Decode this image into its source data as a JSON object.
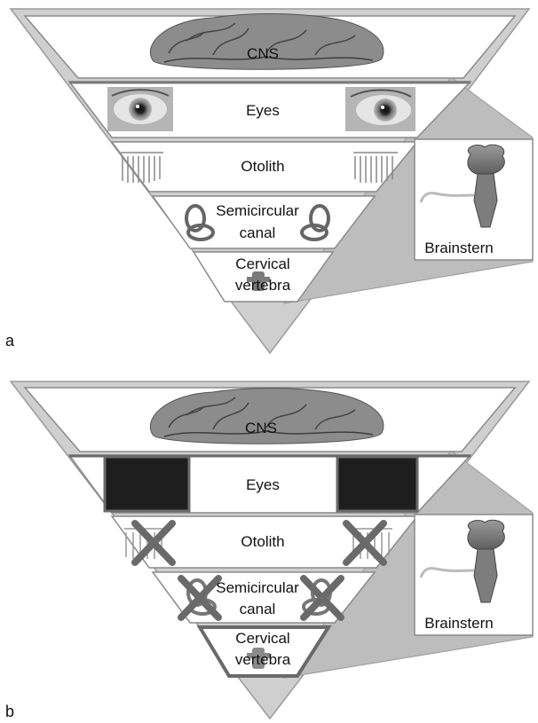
{
  "panels": [
    {
      "letter": "a",
      "cns": "CNS",
      "eyes": "Eyes",
      "otolith": "Otolith",
      "semicircular_1": "Semicircular",
      "semicircular_2": "canal",
      "cervical_1": "Cervical",
      "cervical_2": "vertebra",
      "brainstem": "Brainstern"
    },
    {
      "letter": "b",
      "cns": "CNS",
      "eyes": "Eyes",
      "otolith": "Otolith",
      "semicircular_1": "Semicircular",
      "semicircular_2": "canal",
      "cervical_1": "Cervical",
      "cervical_2": "vertebra",
      "brainstem": "Brainstern"
    }
  ],
  "colors": {
    "triangle_fill": "#cfcfcf",
    "band_fill": "#ffffff",
    "band_stroke": "#8a8a8a",
    "blackout": "#1e1e1e",
    "cross": "#6a6a6a"
  }
}
